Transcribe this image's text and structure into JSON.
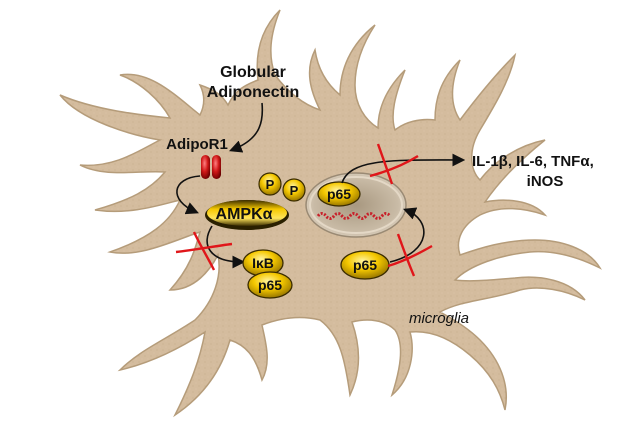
{
  "labels": {
    "ligand_line1": "Globular",
    "ligand_line2": "Adiponectin",
    "receptor": "AdipoR1",
    "kinase_main": "AMPK",
    "kinase_greek": "α",
    "phospho": "P",
    "inhibitor_main": "I",
    "inhibitor_greek": "κ",
    "inhibitor_tail": "B",
    "nfkb_subunit": "p65",
    "cytokines_a": "IL-1",
    "cytokines_b": "β",
    "cytokines_c": ", IL-6, TNF",
    "cytokines_d": "α",
    "cytokines_e": ",",
    "cytokines_line2": "iNOS",
    "cell_type": "microglia"
  },
  "colors": {
    "cell_fill": "#d5bda0",
    "cell_stroke": "#b39a78",
    "pill_gold": "#f2c200",
    "pill_dark": "#2b2200",
    "receptor_red": "#c81818",
    "block_red": "#e0161a",
    "nucleus_fill": "#c2b29d",
    "dna_red": "#c8202a"
  },
  "icons": [
    "curved-arrow-icon",
    "block-x-icon",
    "dna-helix-icon"
  ]
}
